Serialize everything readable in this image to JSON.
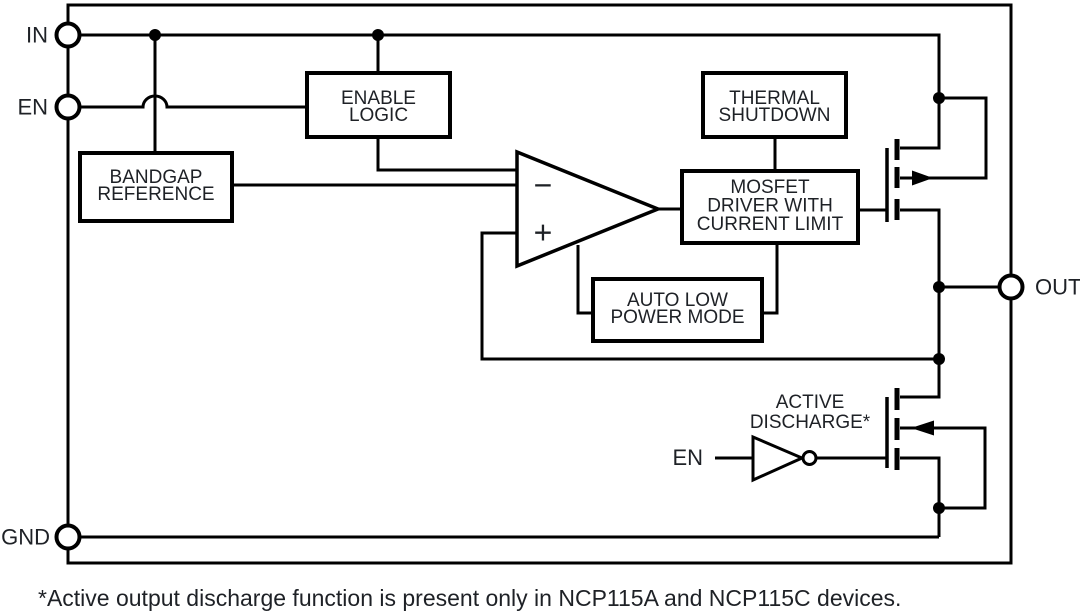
{
  "pins": {
    "in": "IN",
    "en": "EN",
    "gnd": "GND",
    "out": "OUT"
  },
  "blocks": {
    "enable_logic": {
      "line1": "ENABLE",
      "line2": "LOGIC"
    },
    "bandgap_reference": {
      "line1": "BANDGAP",
      "line2": "REFERENCE"
    },
    "thermal_shutdown": {
      "line1": "THERMAL",
      "line2": "SHUTDOWN"
    },
    "mosfet_driver": {
      "line1": "MOSFET",
      "line2": "DRIVER WITH",
      "line3": "CURRENT LIMIT"
    },
    "auto_low_power": {
      "line1": "AUTO LOW",
      "line2": "POWER MODE"
    }
  },
  "amplifier": {
    "minus": "−",
    "plus": "+"
  },
  "active_discharge": {
    "line1": "ACTIVE",
    "line2": "DISCHARGE*",
    "inverter_input_label": "EN"
  },
  "footnote": "*Active output discharge function is present only in NCP115A and NCP115C devices.",
  "colors": {
    "line": "#000000",
    "text": "#1e2126",
    "background": "#ffffff"
  }
}
